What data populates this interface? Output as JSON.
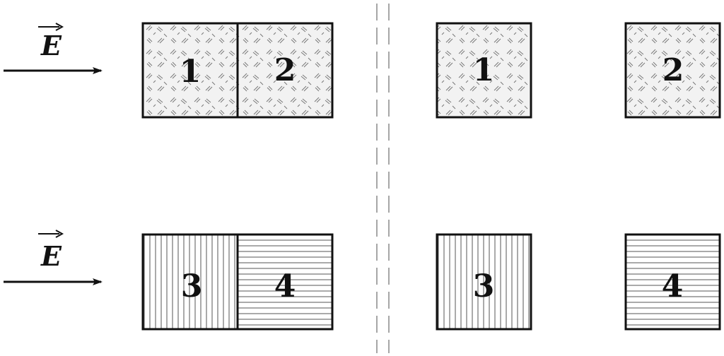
{
  "field": {
    "symbol": "E",
    "vector": true
  },
  "top": {
    "combined": [
      "1",
      "2"
    ],
    "separated": [
      "1",
      "2"
    ],
    "pattern": "dielectric-speckle"
  },
  "bottom": {
    "combined": [
      "3",
      "4"
    ],
    "separated": [
      "3",
      "4"
    ],
    "patterns": {
      "3": "vertical-lines",
      "4": "horizontal-lines"
    }
  },
  "colors": {
    "stroke": "#111111",
    "fill": "#f2f2f2",
    "background": "#ffffff"
  }
}
